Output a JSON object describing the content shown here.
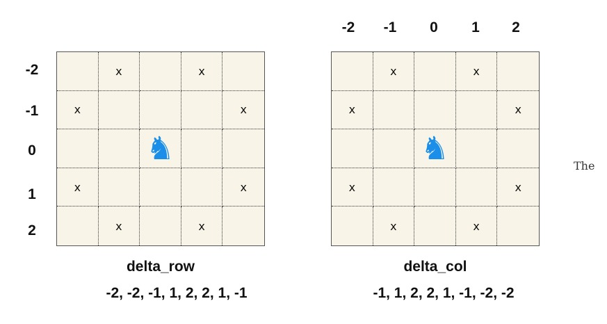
{
  "row_labels": [
    "-2",
    "-1",
    "0",
    "1",
    "2"
  ],
  "col_labels": [
    "-2",
    "-1",
    "0",
    "1",
    "2"
  ],
  "move_marker": "x",
  "knight_glyph": "♞",
  "knight_color": "#1a8ee8",
  "board_grid": [
    [
      "",
      "x",
      "",
      "x",
      ""
    ],
    [
      "x",
      "",
      "",
      "",
      "x"
    ],
    [
      "",
      "",
      "knight",
      "",
      ""
    ],
    [
      "x",
      "",
      "",
      "",
      "x"
    ],
    [
      "",
      "x",
      "",
      "x",
      ""
    ]
  ],
  "left_caption": "delta_row",
  "left_values": "-2, -2, -1, 1, 2, 2, 1, -1",
  "right_caption": "delta_col",
  "right_values": "-1, 1, 2, 2, 1, -1, -2, -2",
  "side_text": "The"
}
